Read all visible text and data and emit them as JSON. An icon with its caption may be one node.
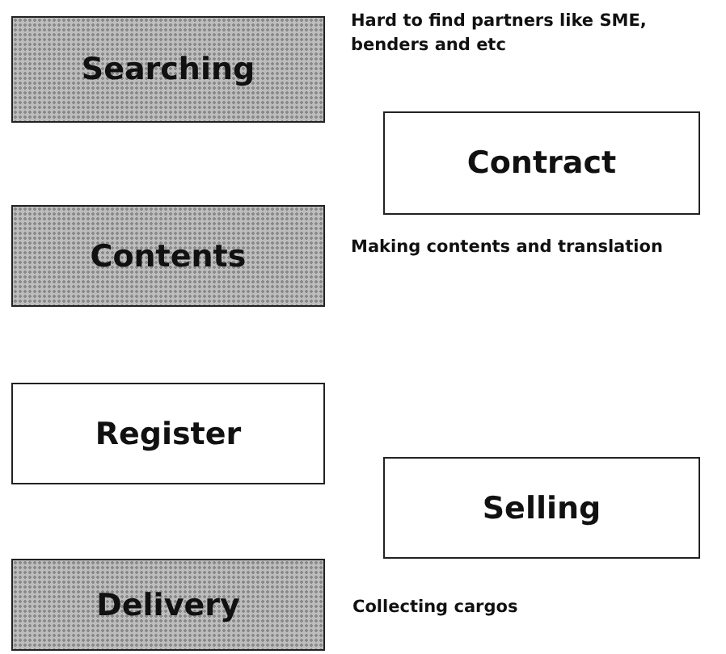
{
  "diagram": {
    "nodes": [
      {
        "text": [
          "Searching"
        ],
        "beside": [
          "Hard to find partners like SME, benders and etc"
        ]
      },
      {
        "text": [
          "Contract"
        ]
      },
      {
        "text": [
          "Contents"
        ],
        "beside": [
          "Making contents and translation"
        ]
      },
      {
        "text": [
          "Register"
        ]
      },
      {
        "text": [
          "Selling"
        ]
      },
      {
        "text": [
          "Delivery"
        ],
        "beside": [
          "Collecting cargos"
        ]
      }
    ]
  }
}
